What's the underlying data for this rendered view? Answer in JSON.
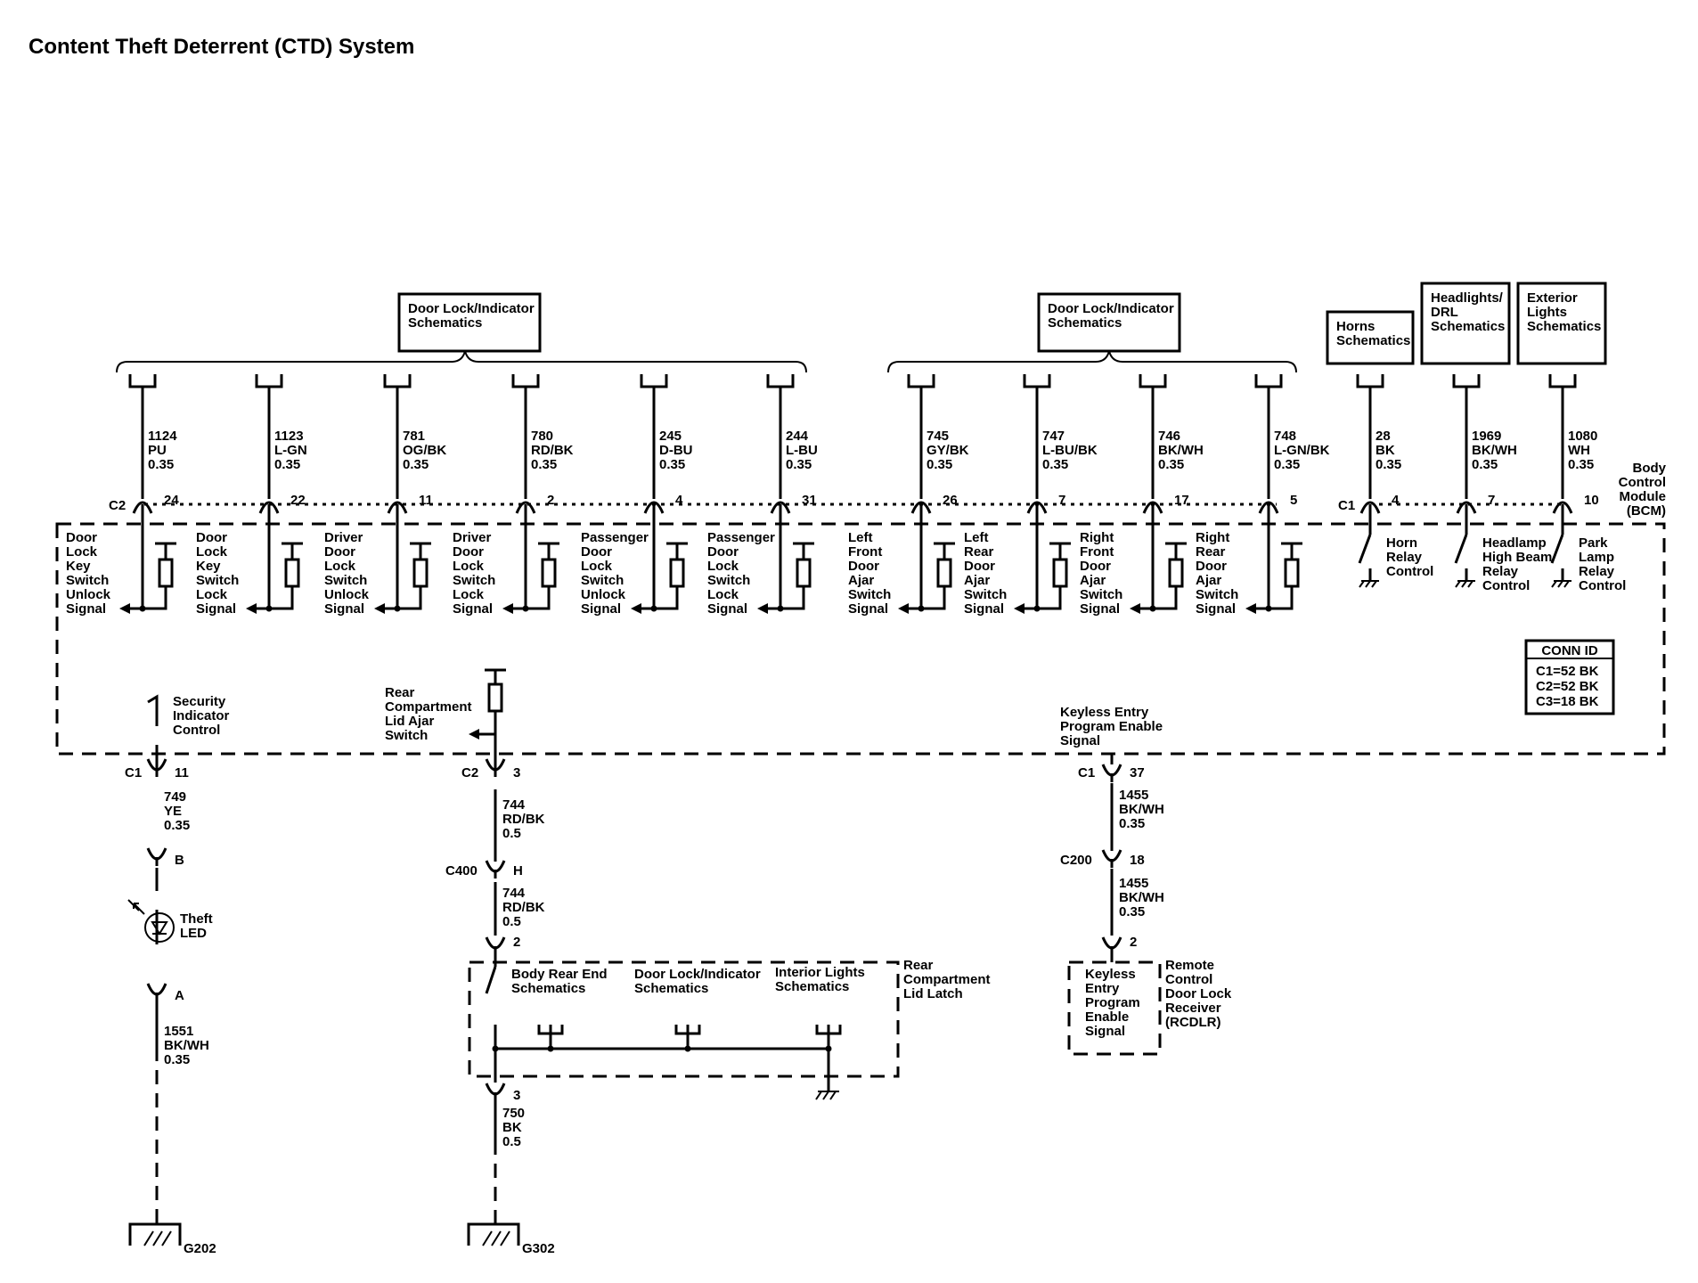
{
  "title": "Content Theft Deterrent (CTD) System",
  "bcm": {
    "name": [
      "Body",
      "Control",
      "Module",
      "(BCM)"
    ]
  },
  "conn_id": {
    "header": "CONN ID",
    "lines": [
      "C1=52 BK",
      "C2=52 BK",
      "C3=18 BK"
    ]
  },
  "top_connectors": {
    "c2": "C2",
    "c1": "C1"
  },
  "ref_boxes": [
    {
      "lines": [
        "Door Lock/Indicator",
        "Schematics"
      ]
    },
    {
      "lines": [
        "Door Lock/Indicator",
        "Schematics"
      ]
    },
    {
      "lines": [
        "Horns",
        "Schematics"
      ]
    },
    {
      "lines": [
        "Headlights/",
        "DRL",
        "Schematics"
      ]
    },
    {
      "lines": [
        "Exterior",
        "Lights",
        "Schematics"
      ]
    }
  ],
  "top_circuits": [
    {
      "circuit": "1124",
      "color": "PU",
      "gauge": "0.35",
      "pin": "24",
      "signal": [
        "Door",
        "Lock",
        "Key",
        "Switch",
        "Unlock",
        "Signal"
      ]
    },
    {
      "circuit": "1123",
      "color": "L-GN",
      "gauge": "0.35",
      "pin": "22",
      "signal": [
        "Door",
        "Lock",
        "Key",
        "Switch",
        "Lock",
        "Signal"
      ]
    },
    {
      "circuit": "781",
      "color": "OG/BK",
      "gauge": "0.35",
      "pin": "11",
      "signal": [
        "Driver",
        "Door",
        "Lock",
        "Switch",
        "Unlock",
        "Signal"
      ]
    },
    {
      "circuit": "780",
      "color": "RD/BK",
      "gauge": "0.35",
      "pin": "2",
      "signal": [
        "Driver",
        "Door",
        "Lock",
        "Switch",
        "Lock",
        "Signal"
      ]
    },
    {
      "circuit": "245",
      "color": "D-BU",
      "gauge": "0.35",
      "pin": "4",
      "signal": [
        "Passenger",
        "Door",
        "Lock",
        "Switch",
        "Unlock",
        "Signal"
      ]
    },
    {
      "circuit": "244",
      "color": "L-BU",
      "gauge": "0.35",
      "pin": "31",
      "signal": [
        "Passenger",
        "Door",
        "Lock",
        "Switch",
        "Lock",
        "Signal"
      ]
    },
    {
      "circuit": "745",
      "color": "GY/BK",
      "gauge": "0.35",
      "pin": "26",
      "signal": [
        "Left",
        "Front",
        "Door",
        "Ajar",
        "Switch",
        "Signal"
      ]
    },
    {
      "circuit": "747",
      "color": "L-BU/BK",
      "gauge": "0.35",
      "pin": "7",
      "signal": [
        "Left",
        "Rear",
        "Door",
        "Ajar",
        "Switch",
        "Signal"
      ]
    },
    {
      "circuit": "746",
      "color": "BK/WH",
      "gauge": "0.35",
      "pin": "17",
      "signal": [
        "Right",
        "Front",
        "Door",
        "Ajar",
        "Switch",
        "Signal"
      ]
    },
    {
      "circuit": "748",
      "color": "L-GN/BK",
      "gauge": "0.35",
      "pin": "5",
      "signal": [
        "Right",
        "Rear",
        "Door",
        "Ajar",
        "Switch",
        "Signal"
      ]
    },
    {
      "circuit": "28",
      "color": "BK",
      "gauge": "0.35",
      "pin": "4",
      "signal": [
        "Horn",
        "Relay",
        "Control"
      ]
    },
    {
      "circuit": "1969",
      "color": "BK/WH",
      "gauge": "0.35",
      "pin": "7",
      "signal": [
        "Headlamp",
        "High Beam",
        "Relay",
        "Control"
      ]
    },
    {
      "circuit": "1080",
      "color": "WH",
      "gauge": "0.35",
      "pin": "10",
      "signal": [
        "Park",
        "Lamp",
        "Relay",
        "Control"
      ]
    }
  ],
  "security": {
    "label": [
      "Security",
      "Indicator",
      "Control"
    ],
    "conn": "C1",
    "pin": "11",
    "wire1": [
      "749",
      "YE",
      "0.35"
    ],
    "led_pin_b": "B",
    "led_label": [
      "Theft",
      "LED"
    ],
    "led_pin_a": "A",
    "wire2": [
      "1551",
      "BK/WH",
      "0.35"
    ],
    "ground": "G202"
  },
  "rear": {
    "label": [
      "Rear",
      "Compartment",
      "Lid Ajar",
      "Switch"
    ],
    "conn": "C2",
    "pin": "3",
    "wire1": [
      "744",
      "RD/BK",
      "0.5"
    ],
    "c400": "C400",
    "c400_pin": "H",
    "wire2": [
      "744",
      "RD/BK",
      "0.5"
    ],
    "latch_pin": "2",
    "latch_name": [
      "Rear",
      "Compartment",
      "Lid Latch"
    ],
    "schematics": [
      [
        "Body Rear End",
        "Schematics"
      ],
      [
        "Door Lock/Indicator",
        "Schematics"
      ],
      [
        "Interior Lights",
        "Schematics"
      ]
    ],
    "latch_pin_out": "3",
    "wire3": [
      "750",
      "BK",
      "0.5"
    ],
    "ground": "G302"
  },
  "keyless": {
    "label": [
      "Keyless Entry",
      "Program Enable",
      "Signal"
    ],
    "conn": "C1",
    "pin": "37",
    "wire1": [
      "1455",
      "BK/WH",
      "0.35"
    ],
    "c200": "C200",
    "c200_pin": "18",
    "wire2": [
      "1455",
      "BK/WH",
      "0.35"
    ],
    "rcdlr_pin": "2",
    "rcdlr_signal": [
      "Keyless",
      "Entry",
      "Program",
      "Enable",
      "Signal"
    ],
    "rcdlr_name": [
      "Remote",
      "Control",
      "Door Lock",
      "Receiver",
      "(RCDLR)"
    ]
  }
}
